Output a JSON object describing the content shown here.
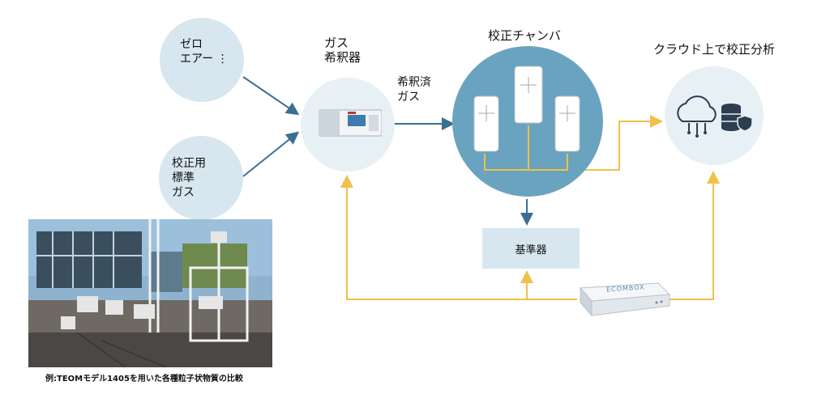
{
  "nodes": {
    "zero_air": "ゼロ\nエアー ⋮",
    "cal_gas": "校正用\n標準\nガス",
    "diluter_title": "ガス\n希釈器",
    "diluted_gas": "希釈済\nガス",
    "chamber_title": "校正チャンバ",
    "cloud_title": "クラウド上で校正分析",
    "reference": "基準器",
    "ecombox": "ECOMBOX"
  },
  "photo_caption": "例:TEOMモデル1405を用いた各種粒子状物質の比較",
  "colors": {
    "blue_arrow": "#3a6f93",
    "yellow_line": "#f0c04a",
    "circle_fill": "#d7e6ef",
    "chamber_fill": "#6aa3bf"
  }
}
